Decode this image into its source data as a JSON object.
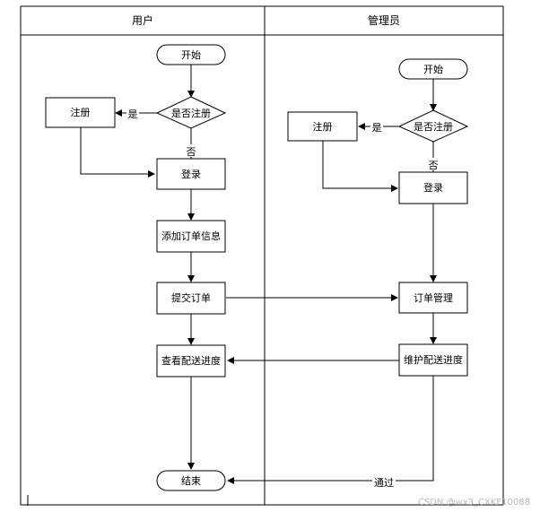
{
  "lanes": {
    "user": "用户",
    "admin": "管理员"
  },
  "user_flow": {
    "start": "开始",
    "decision": "是否注册",
    "register": "注册",
    "login": "登录",
    "add_order": "添加订单信息",
    "submit_order": "提交订单",
    "view_progress": "查看配送进度",
    "end": "结束"
  },
  "admin_flow": {
    "start": "开始",
    "decision": "是否注册",
    "register": "注册",
    "login": "登录",
    "order_manage": "订单管理",
    "maintain_progress": "维护配送进度"
  },
  "edge_labels": {
    "user_yes": "是",
    "user_no": "否",
    "admin_yes": "是",
    "admin_no": "否",
    "pass": "通过"
  },
  "watermark": "CSDN @wx3_CXKF10088"
}
